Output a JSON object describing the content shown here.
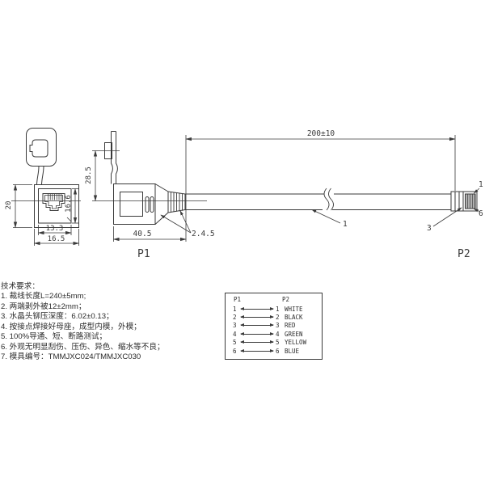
{
  "colors": {
    "ink": "#3a3a3a",
    "background": "#ffffff"
  },
  "drawing": {
    "view_labels": {
      "p1": "P1",
      "p2": "P2"
    },
    "dimensions": {
      "cable_length": "200±10",
      "cap_to_axis_height": "28.5",
      "body_height": "20",
      "jack_face_height": "16.6",
      "jack_face_width": "13.3",
      "body_width": "16.5",
      "connector_length": "40.5"
    },
    "callouts": {
      "mold_notes": "2.4.5",
      "cable": "1",
      "strip_section": "3",
      "pin_top": "1",
      "pin_bottom": "6"
    }
  },
  "notes": {
    "title": "技术要求：",
    "items": [
      "1. 裁线长度L=240±5mm;",
      "2. 两端剥外被12±2mm；",
      "3. 水晶头铆压深度：6.02±0.13；",
      "4. 按接点焊接好母座，成型内模，外模；",
      "5. 100%导通、短、断路测试；",
      "6. 外观无明显刮伤、压伤、异色、缩水等不良；",
      "7. 模具编号：TMMJXC024/TMMJXC030"
    ]
  },
  "wiring_table": {
    "header": {
      "p1": "P1",
      "p2": "P2"
    },
    "rows": [
      {
        "p1": "1",
        "p2": "1",
        "color": "WHITE"
      },
      {
        "p1": "2",
        "p2": "2",
        "color": "BLACK"
      },
      {
        "p1": "3",
        "p2": "3",
        "color": "RED"
      },
      {
        "p1": "4",
        "p2": "4",
        "color": "GREEN"
      },
      {
        "p1": "5",
        "p2": "5",
        "color": "YELLOW"
      },
      {
        "p1": "6",
        "p2": "6",
        "color": "BLUE"
      }
    ]
  }
}
